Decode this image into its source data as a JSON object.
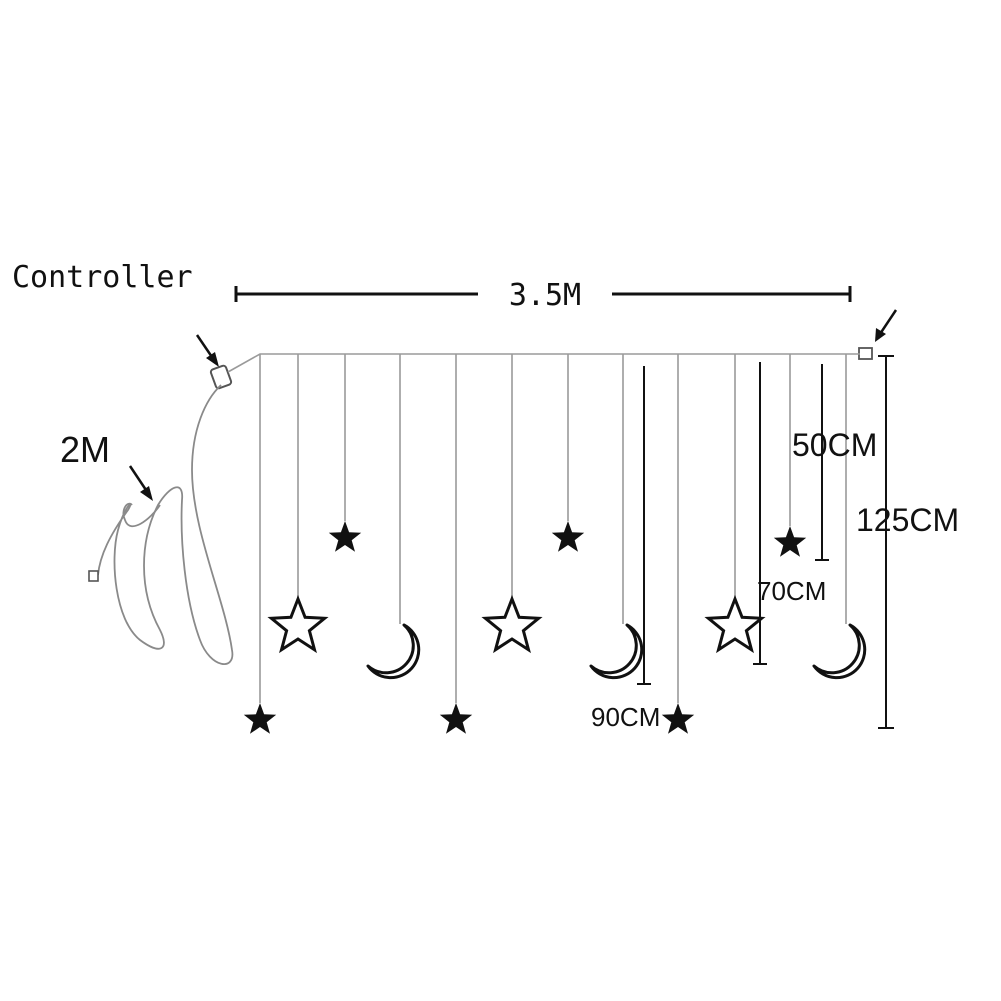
{
  "labels": {
    "controller": "Controller",
    "width": "3.5M",
    "lead_length": "2M",
    "total_drop": "125CM",
    "drop_50": "50CM",
    "drop_70": "70CM",
    "drop_90": "90CM"
  },
  "colors": {
    "ink": "#111111",
    "wire": "#9a9a9a"
  },
  "strands": [
    {
      "ornament": "filled-star"
    },
    {
      "ornament": "outline-star"
    },
    {
      "ornament": "filled-star"
    },
    {
      "ornament": "crescent-moon"
    },
    {
      "ornament": "filled-star"
    },
    {
      "ornament": "outline-star"
    },
    {
      "ornament": "filled-star"
    },
    {
      "ornament": "crescent-moon"
    },
    {
      "ornament": "filled-star"
    },
    {
      "ornament": "outline-star"
    },
    {
      "ornament": "filled-star"
    },
    {
      "ornament": "crescent-moon"
    }
  ]
}
